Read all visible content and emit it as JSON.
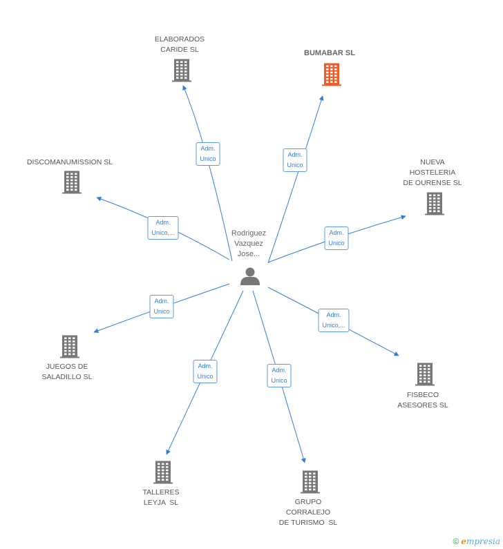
{
  "center": {
    "label": "Rodriguez\nVazquez\nJose...",
    "icon": "person-icon"
  },
  "companies": [
    {
      "id": "elaborados",
      "label": "ELABORADOS\nCARIDE SL",
      "icon": "building-icon",
      "highlight": false,
      "relation": "Adm.\nUnico"
    },
    {
      "id": "bumabar",
      "label": "BUMABAR SL",
      "icon": "building-icon",
      "highlight": true,
      "relation": "Adm.\nUnico"
    },
    {
      "id": "discomanumission",
      "label": "DISCOMANUMISSION SL",
      "icon": "building-icon",
      "highlight": false,
      "relation": "Adm.\nUnico,..."
    },
    {
      "id": "nueva",
      "label": "NUEVA\nHOSTELERIA\nDE OURENSE SL",
      "icon": "building-icon",
      "highlight": false,
      "relation": "Adm.\nUnico"
    },
    {
      "id": "juegos",
      "label": "JUEGOS DE\nSALADILLO SL",
      "icon": "building-icon",
      "highlight": false,
      "relation": "Adm.\nUnico"
    },
    {
      "id": "fisbeco",
      "label": "FISBECO\nASESORES SL",
      "icon": "building-icon",
      "highlight": false,
      "relation": "Adm.\nUnico,..."
    },
    {
      "id": "talleres",
      "label": "TALLERES\nLEYJA  SL",
      "icon": "building-icon",
      "highlight": false,
      "relation": "Adm.\nUnico"
    },
    {
      "id": "grupo",
      "label": "GRUPO\nCORRALEJO\nDE TURISMO  SL",
      "icon": "building-icon",
      "highlight": false,
      "relation": "Adm.\nUnico"
    }
  ],
  "colors": {
    "edge": "#2f7fd8",
    "building": "#777777",
    "building_highlight": "#f05a28",
    "person": "#777777"
  },
  "footer": {
    "copyright": "©",
    "brand_e": "e",
    "brand_rest": "mpresia"
  }
}
